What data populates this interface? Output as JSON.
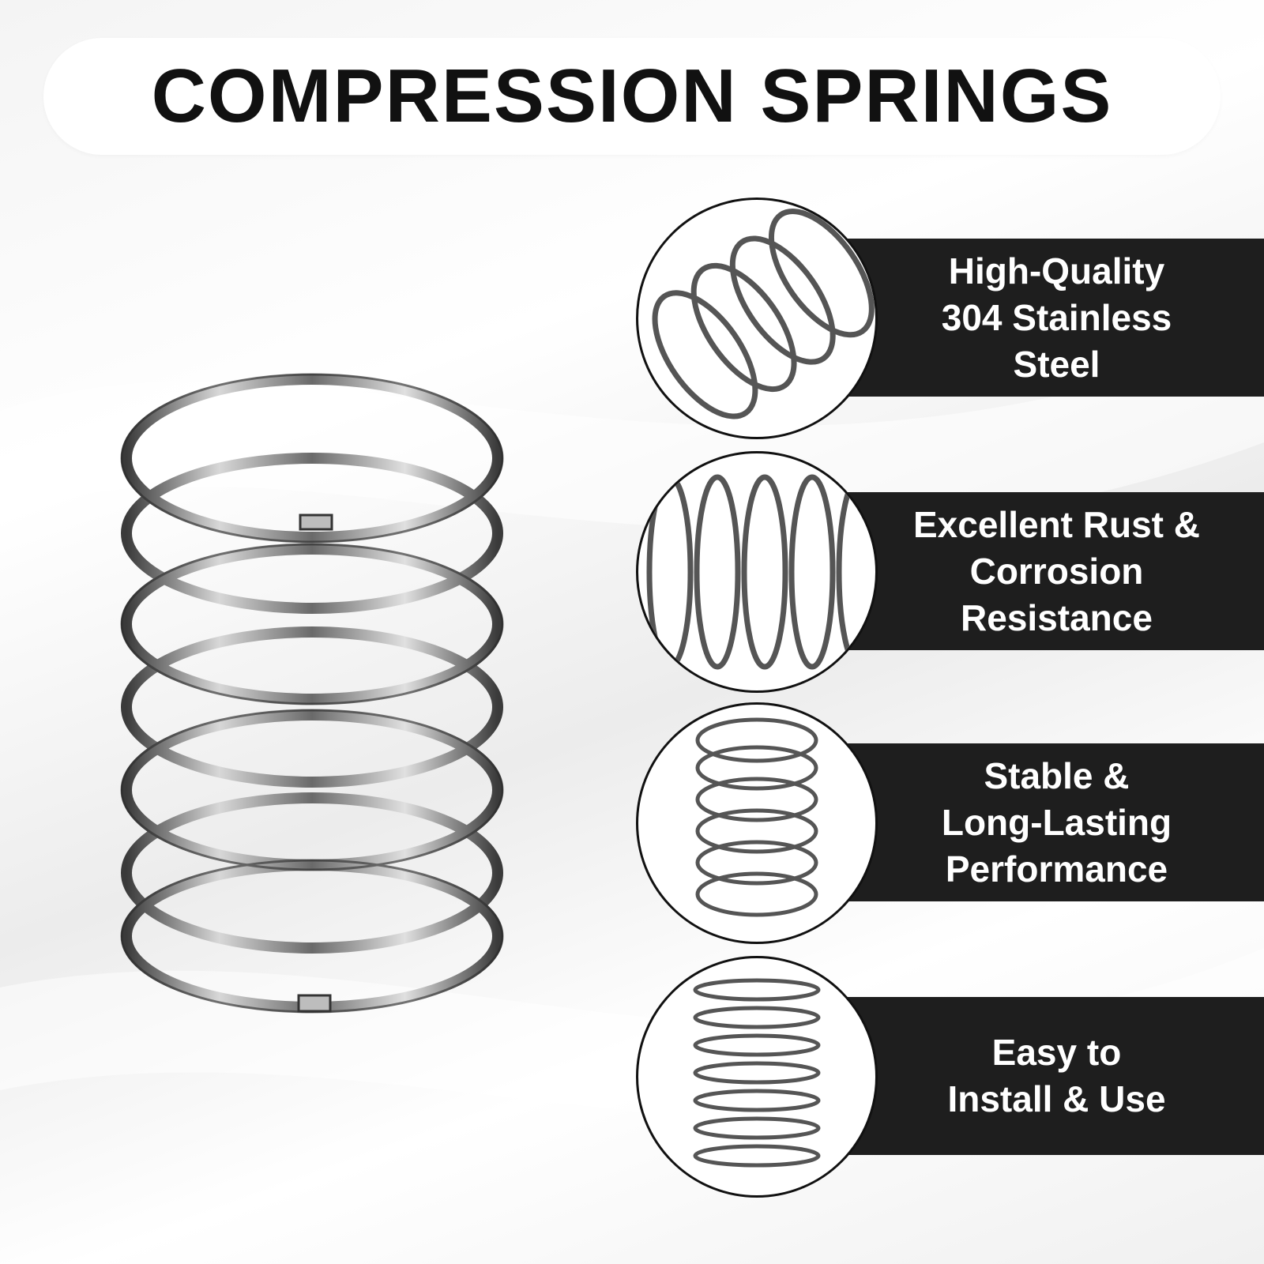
{
  "title": "COMPRESSION SPRINGS",
  "colors": {
    "banner_bg": "#ffffff",
    "feature_bar": "#1e1e1e",
    "title_text": "#111111",
    "feature_text": "#ffffff"
  },
  "main_image": {
    "icon": "compression-spring-icon"
  },
  "features": [
    {
      "label": "High-Quality\n304 Stainless\nSteel",
      "icon": "spring-coil-angled-icon"
    },
    {
      "label": "Excellent Rust &\nCorrosion\nResistance",
      "icon": "spring-coil-side-icon"
    },
    {
      "label": "Stable &\nLong-Lasting\nPerformance",
      "icon": "spring-coil-upright-icon"
    },
    {
      "label": "Easy to\nInstall & Use",
      "icon": "spring-coil-compressed-icon"
    }
  ]
}
